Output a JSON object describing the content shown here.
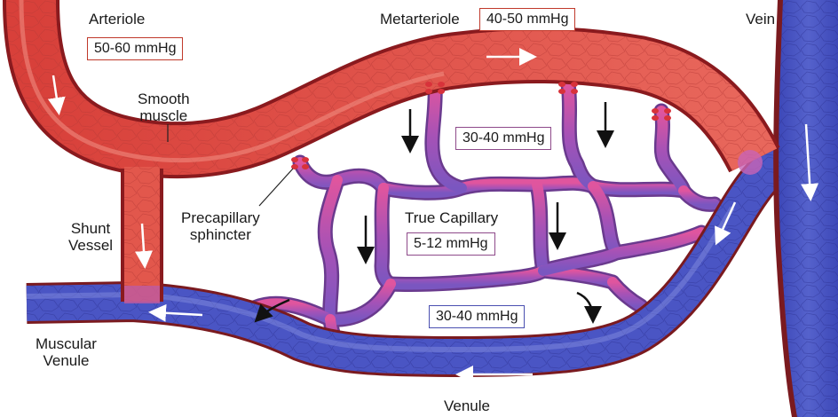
{
  "labels": {
    "arteriole": "Arteriole",
    "metarteriole": "Metarteriole",
    "vein": "Vein",
    "smooth_muscle": "Smooth\nmuscle",
    "shunt_vessel": "Shunt\nVessel",
    "precapillary_sphincter": "Precapillary\nsphincter",
    "true_capillary": "True Capillary",
    "muscular_venule": "Muscular\nVenule",
    "venule": "Venule"
  },
  "pressures": {
    "arteriole": "50-60 mmHg",
    "metarteriole": "40-50 mmHg",
    "capillary_arterial_end": "30-40 mmHg",
    "true_capillary": "5-12 mmHg",
    "capillary_venous_end": "30-40 mmHg"
  },
  "colors": {
    "arterial": "#e2574c",
    "arterial_dark": "#a51f24",
    "capillary": "#a85bb8",
    "venous": "#4a55c4",
    "venous_dark": "#2b3090"
  }
}
